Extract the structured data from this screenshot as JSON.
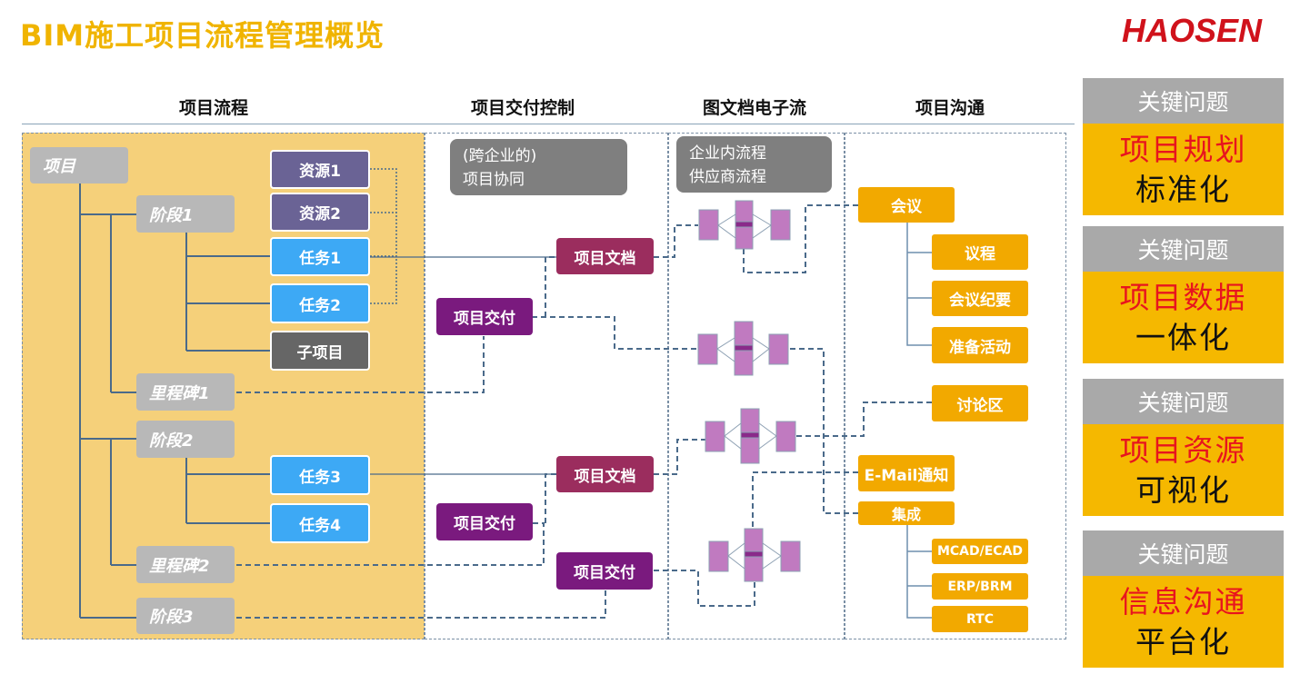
{
  "title": "BIM施工项目流程管理概览",
  "logo_text": "HAOSEN",
  "columns": [
    "项目流程",
    "项目交付控制",
    "图文档电子流",
    "项目沟通"
  ],
  "project_flow": {
    "project": "项目",
    "stage1": "阶段1",
    "resource1": "资源1",
    "resource2": "资源2",
    "task1": "任务1",
    "task2": "任务2",
    "subproject": "子项目",
    "milestone1": "里程碑1",
    "stage2": "阶段2",
    "task3": "任务3",
    "task4": "任务4",
    "milestone2": "里程碑2",
    "stage3": "阶段3"
  },
  "delivery": {
    "note_line1": "(跨企业的)",
    "note_line2": "项目协同",
    "doc1": "项目文档",
    "delivery1": "项目交付",
    "doc2": "项目文档",
    "delivery2": "项目交付",
    "delivery3": "项目交付"
  },
  "eflow": {
    "note_line1": "企业内流程",
    "note_line2": "供应商流程"
  },
  "communication": {
    "meeting": "会议",
    "agenda": "议程",
    "minutes": "会议纪要",
    "prep": "准备活动",
    "discussion": "讨论区",
    "email": "E-Mail通知",
    "integration": "集成",
    "mcad": "MCAD/ECAD",
    "erp": "ERP/BRM",
    "rtc": "RTC"
  },
  "key_issues": [
    {
      "header": "关键问题",
      "line1": "项目规划",
      "line2": "标准化"
    },
    {
      "header": "关键问题",
      "line1": "项目数据",
      "line2": "一体化"
    },
    {
      "header": "关键问题",
      "line1": "项目资源",
      "line2": "可视化"
    },
    {
      "header": "关键问题",
      "line1": "信息沟通",
      "line2": "平台化"
    }
  ],
  "colors": {
    "title": "#f0b400",
    "left_panel": "#f5d07a",
    "task_blue": "#3da9f5",
    "resource_navy": "#6a6395",
    "doc_plum": "#9b2d5e",
    "delivery_purple": "#7a1a7e",
    "comm_orange": "#f2a900",
    "card_yellow": "#f5b800",
    "issue_red": "#e8141e"
  }
}
